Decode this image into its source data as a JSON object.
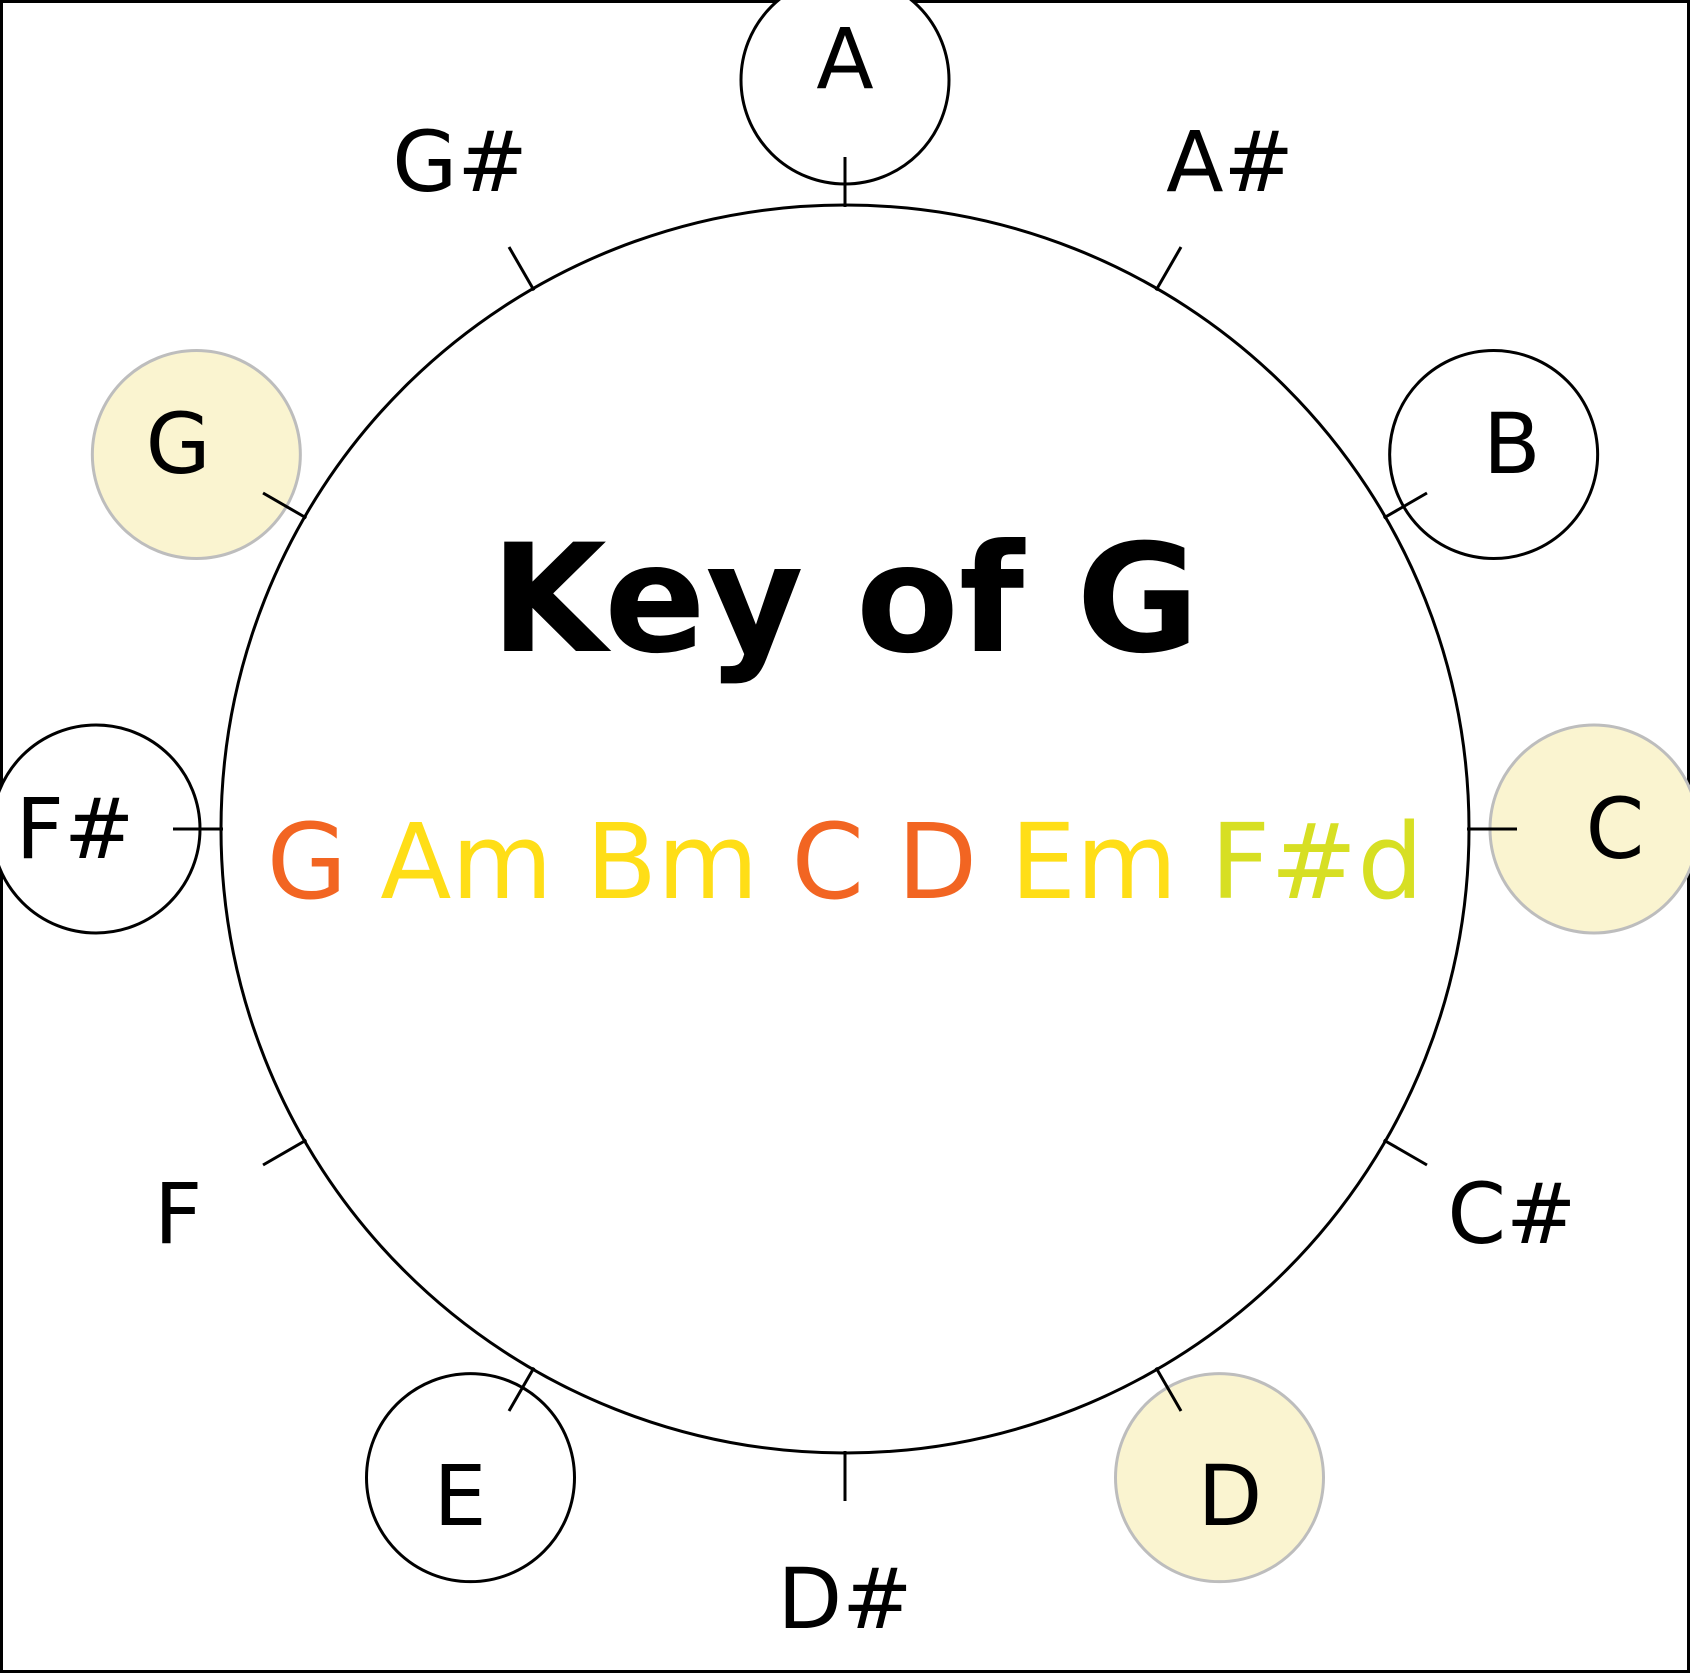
{
  "title": "Key of G",
  "notes": [
    {
      "label": "A",
      "marker": "plain"
    },
    {
      "label": "A#",
      "marker": "none"
    },
    {
      "label": "B",
      "marker": "plain"
    },
    {
      "label": "C",
      "marker": "highlight"
    },
    {
      "label": "C#",
      "marker": "none"
    },
    {
      "label": "D",
      "marker": "highlight"
    },
    {
      "label": "D#",
      "marker": "none"
    },
    {
      "label": "E",
      "marker": "plain"
    },
    {
      "label": "F",
      "marker": "none"
    },
    {
      "label": "F#",
      "marker": "plain"
    },
    {
      "label": "G",
      "marker": "highlight"
    },
    {
      "label": "G#",
      "marker": "none"
    }
  ],
  "chords": [
    {
      "label": "G",
      "color": "#f26522"
    },
    {
      "label": "Am",
      "color": "#ffde17"
    },
    {
      "label": "Bm",
      "color": "#ffde17"
    },
    {
      "label": "C",
      "color": "#f26522"
    },
    {
      "label": "D",
      "color": "#f26522"
    },
    {
      "label": "Em",
      "color": "#ffde17"
    },
    {
      "label": "F#d",
      "color": "#d7df23"
    }
  ],
  "colors": {
    "highlight_fill": "#faf4d0",
    "highlight_stroke": "#bdbdbd",
    "line": "#000000"
  }
}
